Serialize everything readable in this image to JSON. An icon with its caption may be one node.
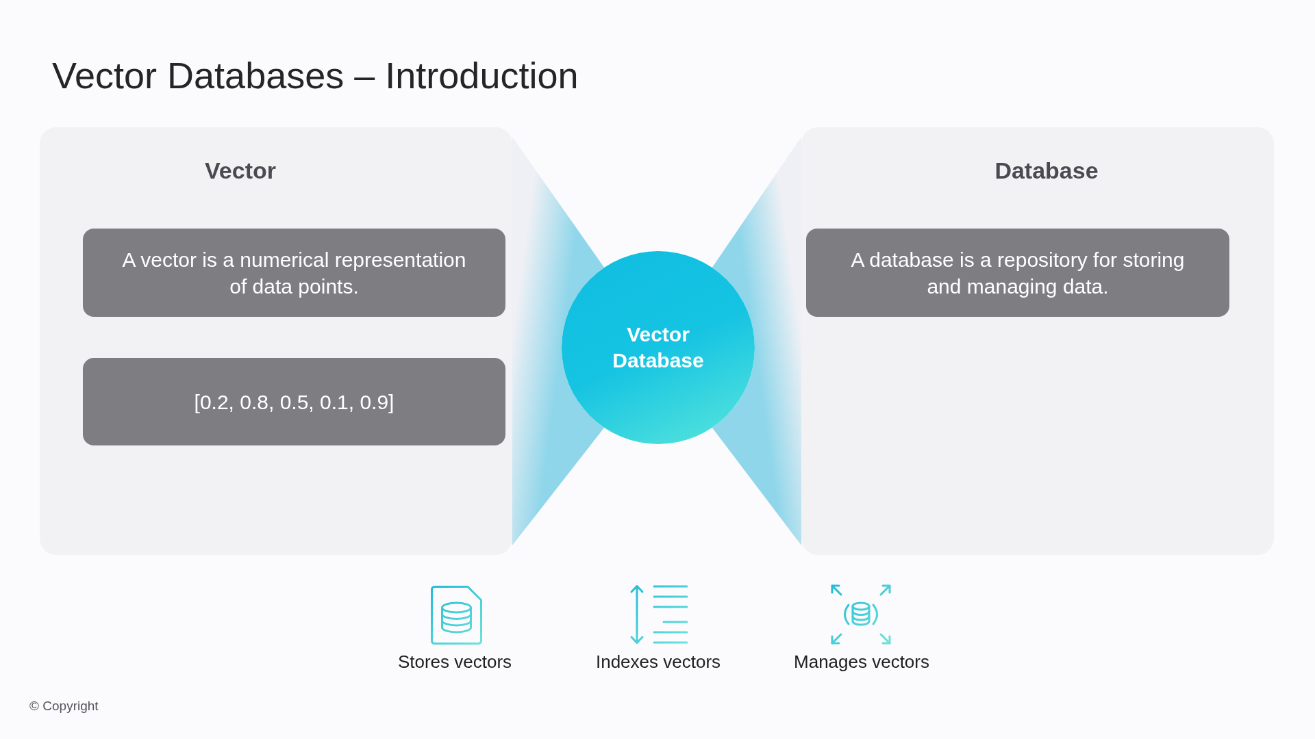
{
  "diagram": {
    "title": "Vector Databases – Introduction",
    "nodes": [
      {
        "text": [
          "Vector"
        ]
      },
      {
        "text": [
          "A vector is a numerical representation of data points."
        ],
        "in": 0
      },
      {
        "text": [
          "[0.2, 0.8, 0.5, 0.1, 0.9]"
        ],
        "in": 0
      },
      {
        "text": [
          "Vector Database"
        ]
      },
      {
        "text": [
          "Database"
        ]
      },
      {
        "text": [
          "A database is a repository for storing and managing data."
        ],
        "in": 4
      }
    ],
    "edges": [
      {
        "from": 0,
        "to": 3,
        "arrow": "none",
        "style": "thick"
      },
      {
        "from": 4,
        "to": 3,
        "arrow": "none",
        "style": "thick"
      }
    ],
    "labels": [
      "Stores vectors",
      "Indexes vectors",
      "Manages vectors",
      "© Copyright"
    ]
  }
}
